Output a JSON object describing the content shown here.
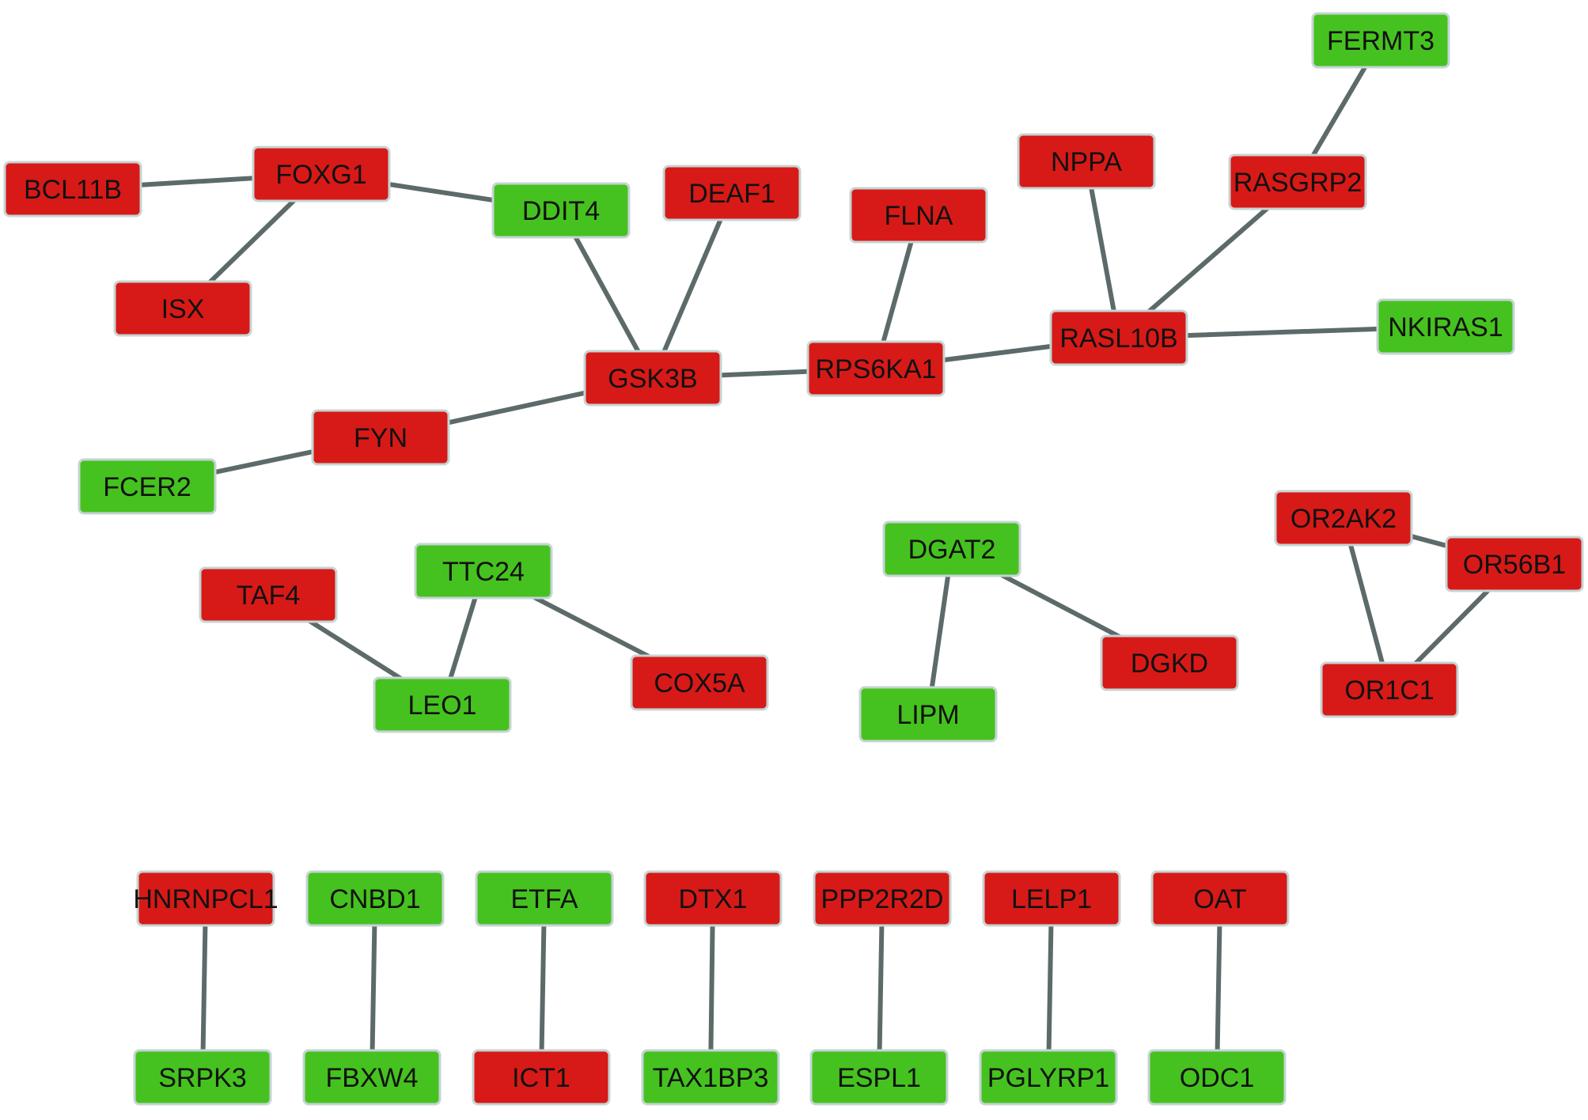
{
  "colors": {
    "up_regulated": "#d71a17",
    "down_regulated": "#45c21f",
    "edge": "#5d6a6a",
    "node_border": "#c6d4d4",
    "label": "#111111"
  },
  "nodes": [
    {
      "id": "FERMT3",
      "color": "green"
    },
    {
      "id": "BCL11B",
      "color": "red"
    },
    {
      "id": "FOXG1",
      "color": "red"
    },
    {
      "id": "DDIT4",
      "color": "green"
    },
    {
      "id": "DEAF1",
      "color": "red"
    },
    {
      "id": "FLNA",
      "color": "red"
    },
    {
      "id": "NPPA",
      "color": "red"
    },
    {
      "id": "RASGRP2",
      "color": "red"
    },
    {
      "id": "ISX",
      "color": "red"
    },
    {
      "id": "NKIRAS1",
      "color": "green"
    },
    {
      "id": "RASL10B",
      "color": "red"
    },
    {
      "id": "GSK3B",
      "color": "red"
    },
    {
      "id": "RPS6KA1",
      "color": "red"
    },
    {
      "id": "FYN",
      "color": "red"
    },
    {
      "id": "FCER2",
      "color": "green"
    },
    {
      "id": "TTC24",
      "color": "green"
    },
    {
      "id": "TAF4",
      "color": "red"
    },
    {
      "id": "LEO1",
      "color": "green"
    },
    {
      "id": "COX5A",
      "color": "red"
    },
    {
      "id": "DGAT2",
      "color": "green"
    },
    {
      "id": "DGKD",
      "color": "red"
    },
    {
      "id": "LIPM",
      "color": "green"
    },
    {
      "id": "OR2AK2",
      "color": "red"
    },
    {
      "id": "OR56B1",
      "color": "red"
    },
    {
      "id": "OR1C1",
      "color": "red"
    },
    {
      "id": "HNRNPCL1",
      "color": "red"
    },
    {
      "id": "CNBD1",
      "color": "green"
    },
    {
      "id": "ETFA",
      "color": "green"
    },
    {
      "id": "DTX1",
      "color": "red"
    },
    {
      "id": "PPP2R2D",
      "color": "red"
    },
    {
      "id": "LELP1",
      "color": "red"
    },
    {
      "id": "OAT",
      "color": "red"
    },
    {
      "id": "SRPK3",
      "color": "green"
    },
    {
      "id": "FBXW4",
      "color": "green"
    },
    {
      "id": "ICT1",
      "color": "red"
    },
    {
      "id": "TAX1BP3",
      "color": "green"
    },
    {
      "id": "ESPL1",
      "color": "green"
    },
    {
      "id": "PGLYRP1",
      "color": "green"
    },
    {
      "id": "ODC1",
      "color": "green"
    }
  ],
  "edges": [
    [
      "BCL11B",
      "FOXG1"
    ],
    [
      "FOXG1",
      "ISX"
    ],
    [
      "FOXG1",
      "DDIT4"
    ],
    [
      "DDIT4",
      "GSK3B"
    ],
    [
      "DEAF1",
      "GSK3B"
    ],
    [
      "GSK3B",
      "RPS6KA1"
    ],
    [
      "GSK3B",
      "FYN"
    ],
    [
      "FYN",
      "FCER2"
    ],
    [
      "FLNA",
      "RPS6KA1"
    ],
    [
      "RPS6KA1",
      "RASL10B"
    ],
    [
      "NPPA",
      "RASL10B"
    ],
    [
      "RASGRP2",
      "RASL10B"
    ],
    [
      "RASGRP2",
      "FERMT3"
    ],
    [
      "RASL10B",
      "NKIRAS1"
    ],
    [
      "TAF4",
      "LEO1"
    ],
    [
      "TTC24",
      "LEO1"
    ],
    [
      "TTC24",
      "COX5A"
    ],
    [
      "DGAT2",
      "LIPM"
    ],
    [
      "DGAT2",
      "DGKD"
    ],
    [
      "OR2AK2",
      "OR56B1"
    ],
    [
      "OR2AK2",
      "OR1C1"
    ],
    [
      "OR56B1",
      "OR1C1"
    ],
    [
      "HNRNPCL1",
      "SRPK3"
    ],
    [
      "CNBD1",
      "FBXW4"
    ],
    [
      "ETFA",
      "ICT1"
    ],
    [
      "DTX1",
      "TAX1BP3"
    ],
    [
      "PPP2R2D",
      "ESPL1"
    ],
    [
      "LELP1",
      "PGLYRP1"
    ],
    [
      "OAT",
      "ODC1"
    ]
  ]
}
